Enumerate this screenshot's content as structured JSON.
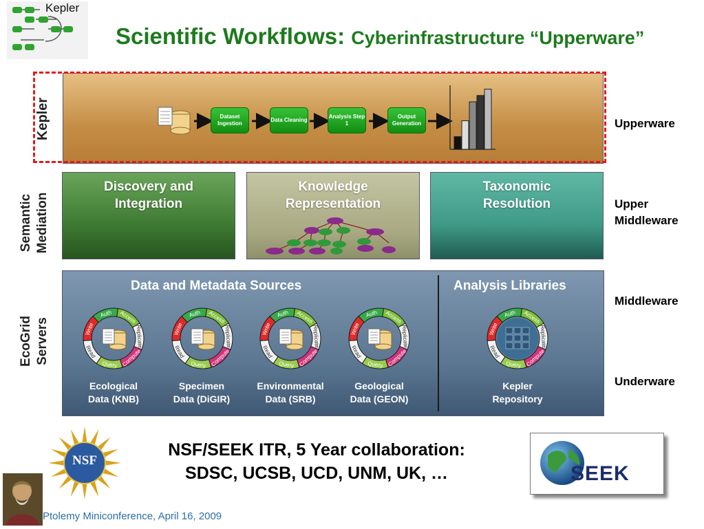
{
  "header": {
    "title_main": "Scientific Workflows:",
    "title_sub": "Cyberinfrastructure “Upperware”",
    "logo_text": "Kepler"
  },
  "kepler_layer": {
    "side_label": "Kepler",
    "steps": [
      "Dataset Ingestion",
      "Data Cleaning",
      "Analysis Step 1",
      "Output Generation"
    ],
    "bar_chart_values": [
      0.2,
      0.45,
      0.75,
      0.85,
      0.95
    ]
  },
  "semantic_layer": {
    "side_label_line1": "Semantic",
    "side_label_line2": "Mediation",
    "panels": [
      {
        "title": "Discovery and Integration",
        "color": "#4f8a3f"
      },
      {
        "title": "Knowledge Representation",
        "color": "#aeb08b"
      },
      {
        "title": "Taxonomic Resolution",
        "color": "#3e9a86"
      }
    ]
  },
  "ecogrid_layer": {
    "side_label_line1": "EcoGrid",
    "side_label_line2": "Servers",
    "sources_heading": "Data and Metadata Sources",
    "libraries_heading": "Analysis Libraries",
    "ring_segments": [
      "Auth",
      "Access",
      "Replicate",
      "Compute",
      "Query",
      "Read",
      "Write"
    ],
    "sources": [
      {
        "line1": "Ecological",
        "line2": "Data (KNB)"
      },
      {
        "line1": "Specimen",
        "line2": "Data (DiGIR)"
      },
      {
        "line1": "Environmental",
        "line2": "Data (SRB)"
      },
      {
        "line1": "Geological",
        "line2": "Data (GEON)"
      }
    ],
    "repository": {
      "line1": "Kepler",
      "line2": "Repository"
    }
  },
  "right_labels": {
    "upperware": "Upperware",
    "upper": "Upper",
    "middleware_after_upper": "Middleware",
    "middleware": "Middleware",
    "underware": "Underware"
  },
  "collaboration": {
    "line1": "NSF/SEEK ITR, 5 Year collaboration:",
    "line2": "SDSC, UCSB, UCD, UNM, UK, …"
  },
  "logos": {
    "nsf": "NSF",
    "seek": "SEEK"
  },
  "footer": "Ptolemy Miniconference, April 16, 2009",
  "colors": {
    "title_green": "#1d7a1d",
    "dash_red": "#e21a1a",
    "step_green": "#1ba51b",
    "ecogrid_blue": "#5b7691"
  }
}
